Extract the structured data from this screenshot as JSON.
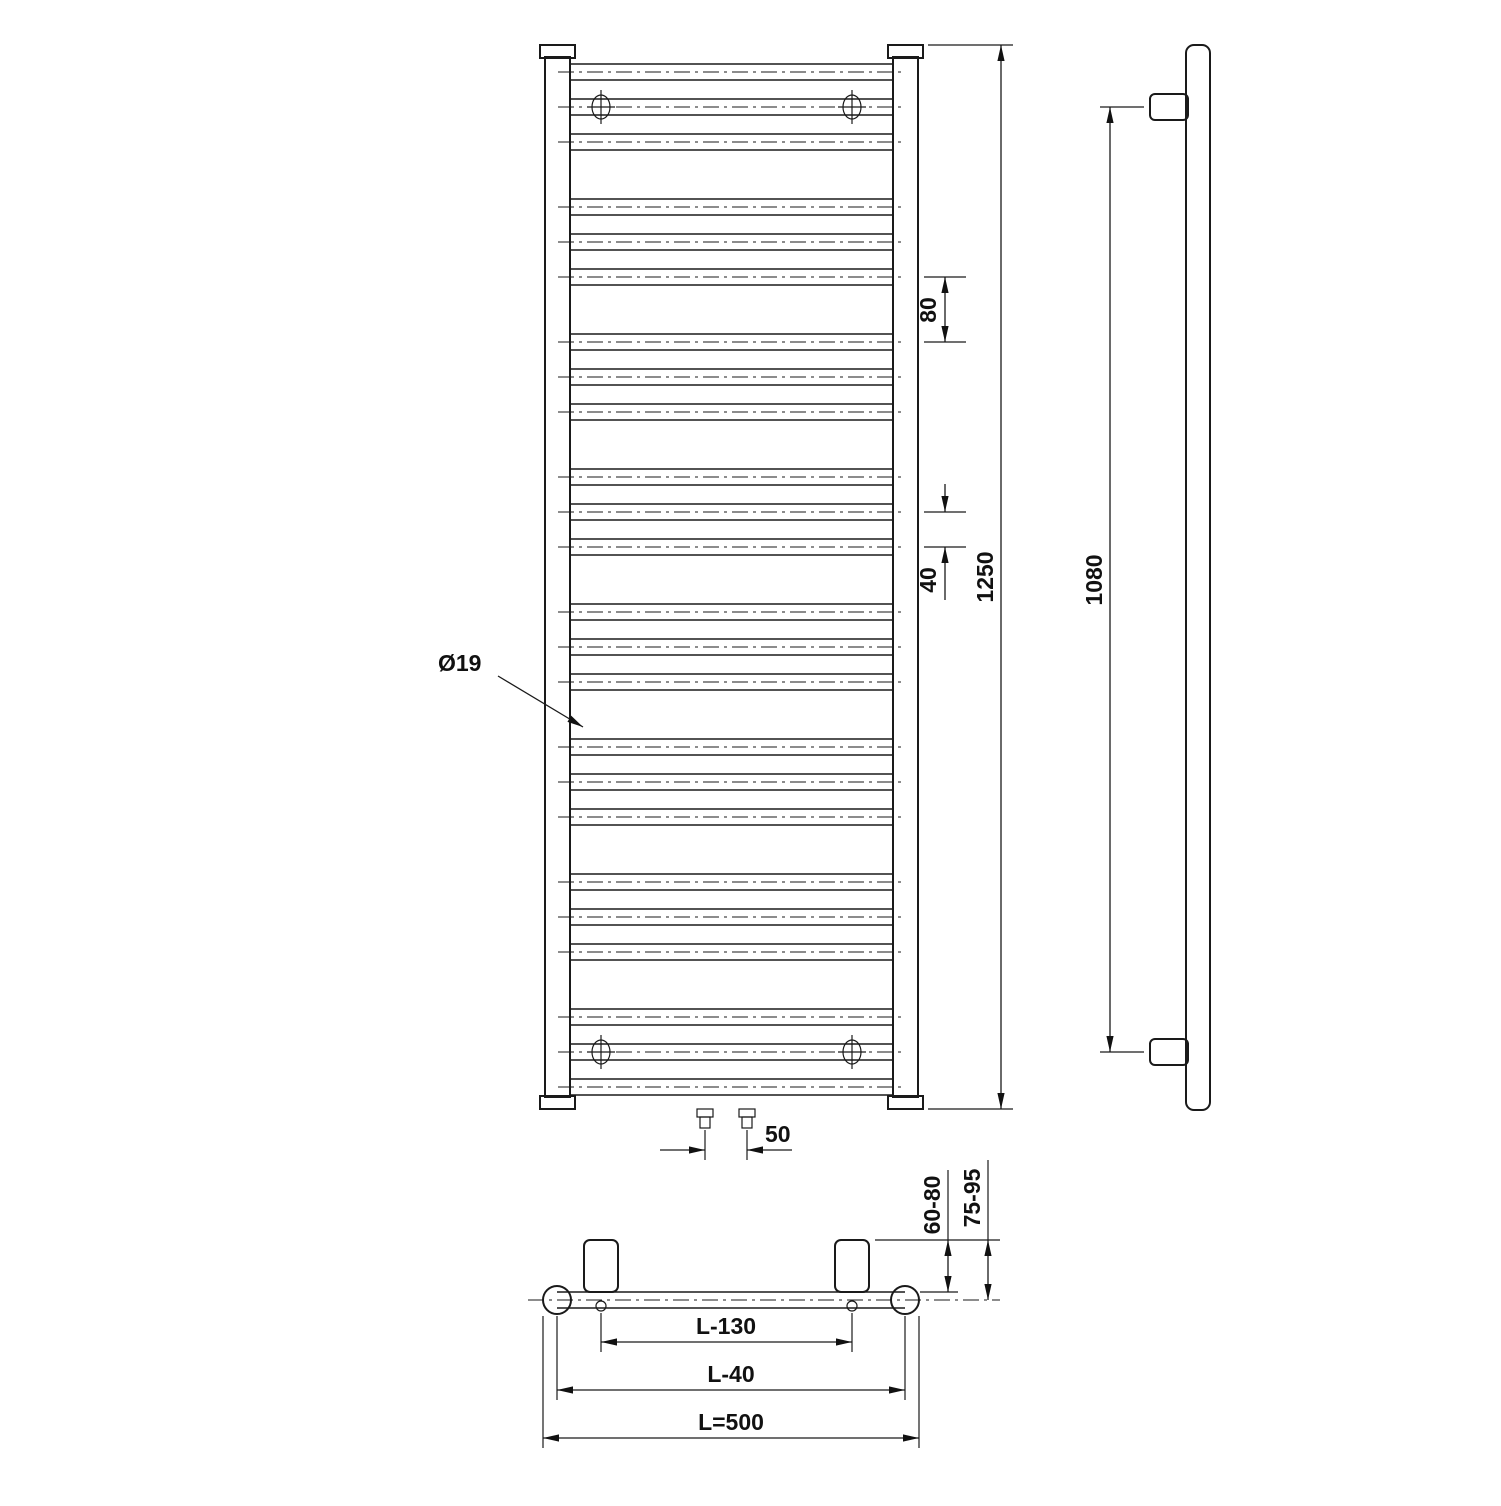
{
  "drawing": {
    "type": "towel-radiator-dimension-drawing",
    "line_color": "#1a1a1a",
    "dimensions": {
      "rung_spacing_large": "80",
      "rung_spacing_small": "40",
      "overall_height": "1250",
      "tube_diameter": "Ø19",
      "connection_spacing": "50",
      "bracket_height_spacing": "1080",
      "wall_clearance": "60-80",
      "wall_to_center": "75-95",
      "bracket_width_spacing": "L-130",
      "rail_center_spacing": "L-40",
      "overall_width": "L=500"
    }
  }
}
